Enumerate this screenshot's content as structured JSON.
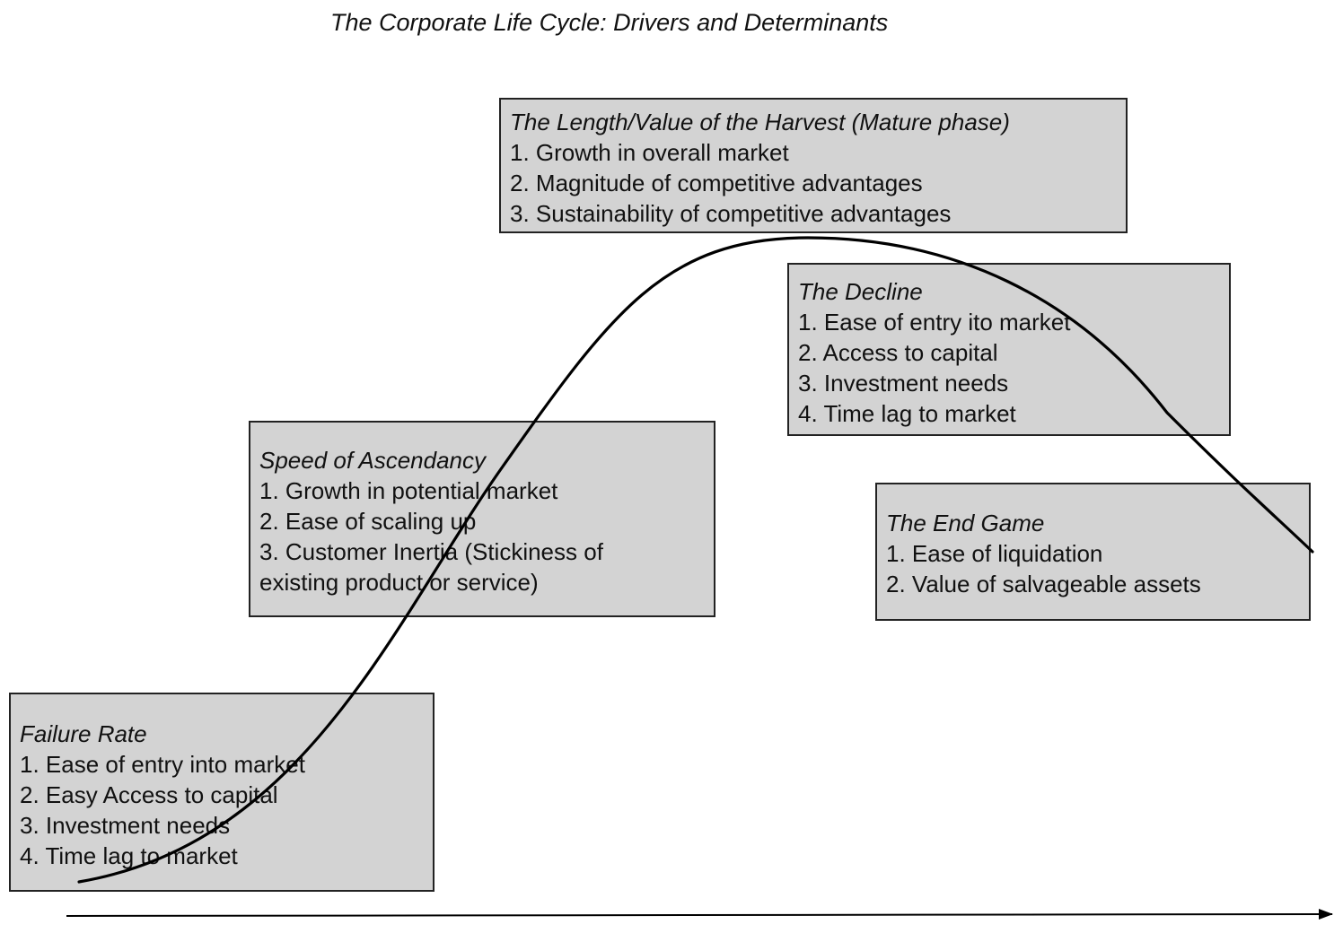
{
  "title": "The Corporate Life Cycle: Drivers and Determinants",
  "boxes": {
    "harvest": {
      "heading": "The Length/Value of the Harvest (Mature phase)",
      "items": [
        "1. Growth in overall market",
        "2. Magnitude of competitive advantages",
        "3. Sustainability of competitive advantages"
      ]
    },
    "decline": {
      "heading": "The Decline",
      "items": [
        "1. Ease of entry ito market",
        "2. Access to capital",
        "3. Investment needs",
        "4. Time lag to market"
      ]
    },
    "ascendancy": {
      "heading": "Speed of Ascendancy",
      "items": [
        "1. Growth in potential market",
        "2. Ease of scaling up",
        "3. Customer Inertia (Stickiness of existing product or service)"
      ]
    },
    "end_game": {
      "heading": "The End Game",
      "items": [
        "1. Ease of liquidation",
        "2. Value of salvageable assets"
      ]
    },
    "failure": {
      "heading": "Failure Rate",
      "items": [
        "1. Ease of entry into market",
        "2. Easy Access to capital",
        "3. Investment needs",
        "4. Time lag to market"
      ]
    }
  },
  "colors": {
    "box_fill": "#d3d3d3",
    "line": "#000000"
  }
}
